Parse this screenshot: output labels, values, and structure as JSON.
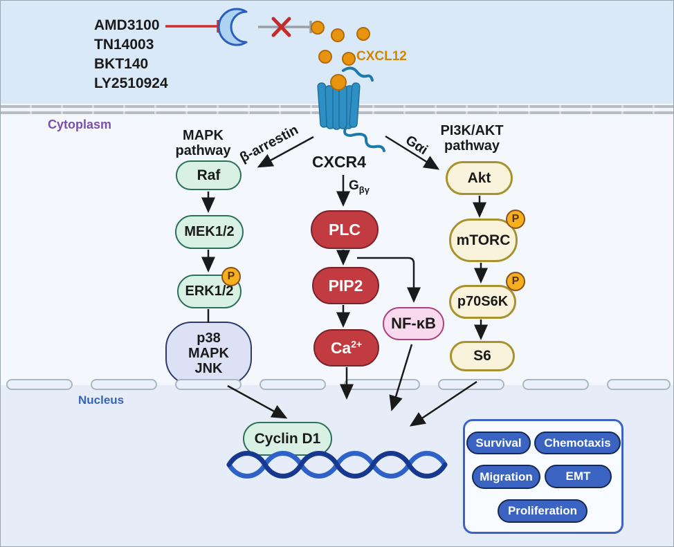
{
  "title": "CXCR4 / CXCL12 signaling pathway diagram",
  "compartments": {
    "cytoplasm_label": "Cytoplasm",
    "nucleus_label": "Nucleus"
  },
  "inhibitors": {
    "drugs": [
      "AMD3100",
      "TN14003",
      "BKT140",
      "LY2510924"
    ]
  },
  "ligand": {
    "label": "CXCL12"
  },
  "receptor": {
    "label": "CXCR4"
  },
  "pathway_labels": {
    "mapk_line1": "MAPK",
    "mapk_line2": "pathway",
    "beta_arrestin": "β-arrestin",
    "g_alpha_i": "Gαi",
    "g_main": "G",
    "g_sub": "βγ",
    "pi3k_line1": "PI3K/AKT",
    "pi3k_line2": "pathway"
  },
  "nodes": {
    "raf": "Raf",
    "mek": "MEK1/2",
    "erk": "ERK1/2",
    "p38_line1": "p38",
    "p38_line2": "MAPK",
    "p38_line3": "JNK",
    "plc": "PLC",
    "pip2": "PIP2",
    "ca_base": "Ca",
    "ca_sup": "2+",
    "nfkb": "NF-κB",
    "akt": "Akt",
    "mtorc": "mTORC",
    "p70s6k": "p70S6K",
    "s6": "S6",
    "cyclin_d1": "Cyclin D1",
    "phospho_badge": "P"
  },
  "outcomes": {
    "survival": "Survival",
    "chemotaxis": "Chemotaxis",
    "migration": "Migration",
    "emt": "EMT",
    "proliferation": "Proliferation"
  },
  "colors": {
    "extracellular_bg": "#d9e9f8",
    "cytoplasm_bg": "#f4f8fd",
    "nucleus_bg": "#e6edf8",
    "membrane_grey": "#b6bdc5",
    "green_fill": "#d9f0e5",
    "green_border": "#2b7058",
    "lavender_fill": "#dce1f6",
    "lavender_border": "#2b3a6b",
    "red_fill": "#c23b40",
    "red_border": "#78242a",
    "pink_fill": "#f9d9ee",
    "pink_border": "#a8457f",
    "cream_fill": "#f8f3da",
    "cream_border": "#a8922f",
    "phospho_fill": "#f6b01e",
    "phospho_border": "#8a4f1e",
    "outcome_fill": "#3a63c2",
    "outcome_border": "#15294f",
    "ligand_orange": "#e89410",
    "ligand_text": "#d0860a",
    "receptor_teal": "#2e8fc4",
    "dna_dark": "#16398f",
    "dna_light": "#2f62c8",
    "inhibition_red": "#d42b2b",
    "cytoplasm_label": "#7a4fae",
    "nucleus_label": "#3565b5"
  }
}
